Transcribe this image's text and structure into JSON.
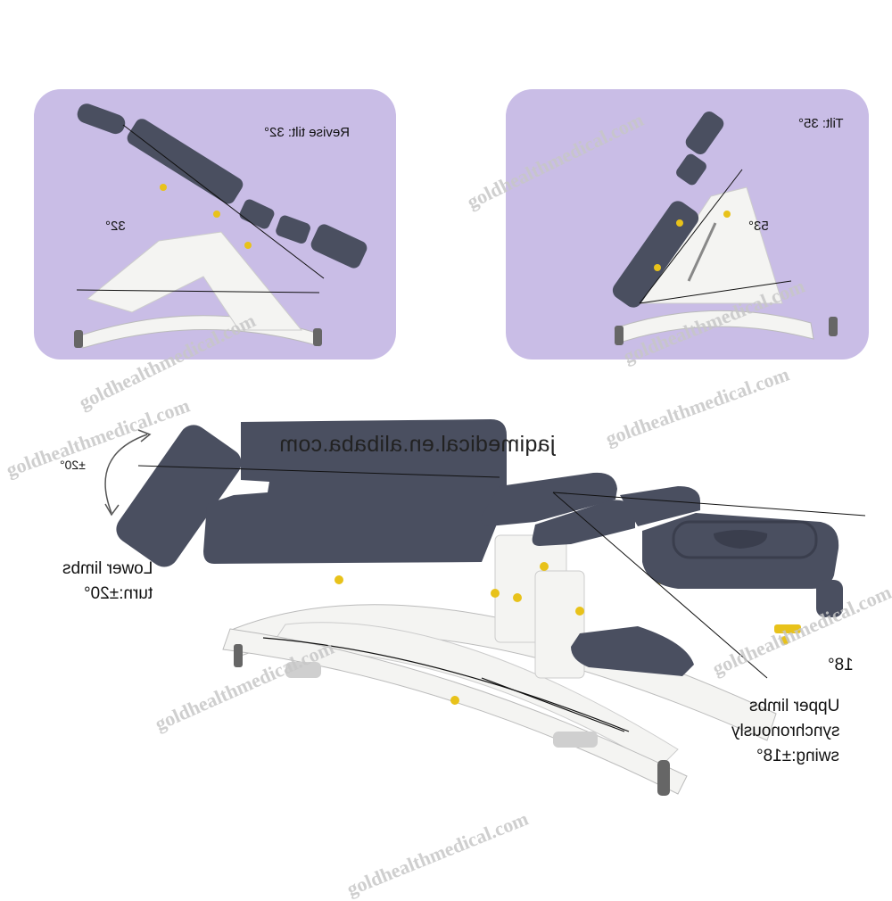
{
  "panels": {
    "left": {
      "caption": "Revise tilt: 32°",
      "angle": "32°"
    },
    "right": {
      "caption": "Tilt: 35°",
      "angle": "53°"
    }
  },
  "main": {
    "url": "jaqimedical.en.alibaba.com",
    "lower_limbs_angle": "±20°",
    "lower_limbs_caption": [
      "Lower limbs",
      "turn:±20°"
    ],
    "upper_limbs_angle": "18°",
    "upper_limbs_caption": [
      "Upper limbs",
      "synchronously",
      "swing:±18°"
    ]
  },
  "watermark": "goldhealthmedical.com",
  "colors": {
    "panel": "#c9bde6",
    "upholstery": "#4a4f60",
    "frame": "#f4f4f2",
    "accent": "#e8c21a"
  }
}
